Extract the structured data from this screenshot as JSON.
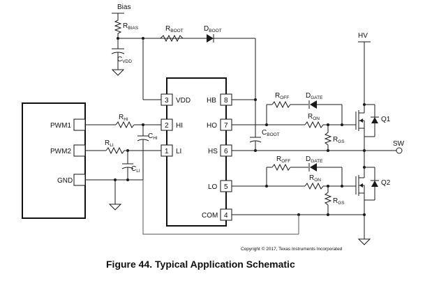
{
  "labels": {
    "bias": "Bias",
    "r_bias": "R",
    "r_bias_sub": "BIAS",
    "c_vdd": "C",
    "c_vdd_sub": "VDD",
    "r_boot": "R",
    "r_boot_sub": "BOOT",
    "d_boot": "D",
    "d_boot_sub": "BOOT",
    "hv": "HV",
    "r_off_top": "R",
    "r_off_top_sub": "OFF",
    "d_gate_top": "D",
    "d_gate_top_sub": "GATE",
    "r_on_top": "R",
    "r_on_top_sub": "ON",
    "r_gs_top": "R",
    "r_gs_top_sub": "GS",
    "q1": "Q1",
    "c_boot": "C",
    "c_boot_sub": "BOOT",
    "sw": "SW",
    "r_off_bot": "R",
    "r_off_bot_sub": "OFF",
    "d_gate_bot": "D",
    "d_gate_bot_sub": "GATE",
    "r_on_bot": "R",
    "r_on_bot_sub": "ON",
    "r_gs_bot": "R",
    "r_gs_bot_sub": "GS",
    "q2": "Q2",
    "r_hi": "R",
    "r_hi_sub": "HI",
    "c_hi": "C",
    "c_hi_sub": "HI",
    "r_li": "R",
    "r_li_sub": "LI",
    "c_li": "C",
    "c_li_sub": "LI"
  },
  "controller": {
    "pins": [
      {
        "number": "PWM1",
        "name": "PWM1"
      },
      {
        "number": "PWM2",
        "name": "PWM2"
      },
      {
        "number": "GND",
        "name": "GND"
      }
    ]
  },
  "driver": {
    "left_pins": [
      {
        "number": "3",
        "name": "VDD"
      },
      {
        "number": "2",
        "name": "HI"
      },
      {
        "number": "1",
        "name": "LI"
      }
    ],
    "right_pins": [
      {
        "number": "8",
        "name": "HB"
      },
      {
        "number": "7",
        "name": "HO"
      },
      {
        "number": "6",
        "name": "HS"
      },
      {
        "number": "5",
        "name": "LO"
      },
      {
        "number": "4",
        "name": "COM"
      }
    ]
  },
  "copyright": "Copyright © 2017, Texas Instruments Incorporated",
  "caption": "Figure 44.  Typical Application Schematic"
}
